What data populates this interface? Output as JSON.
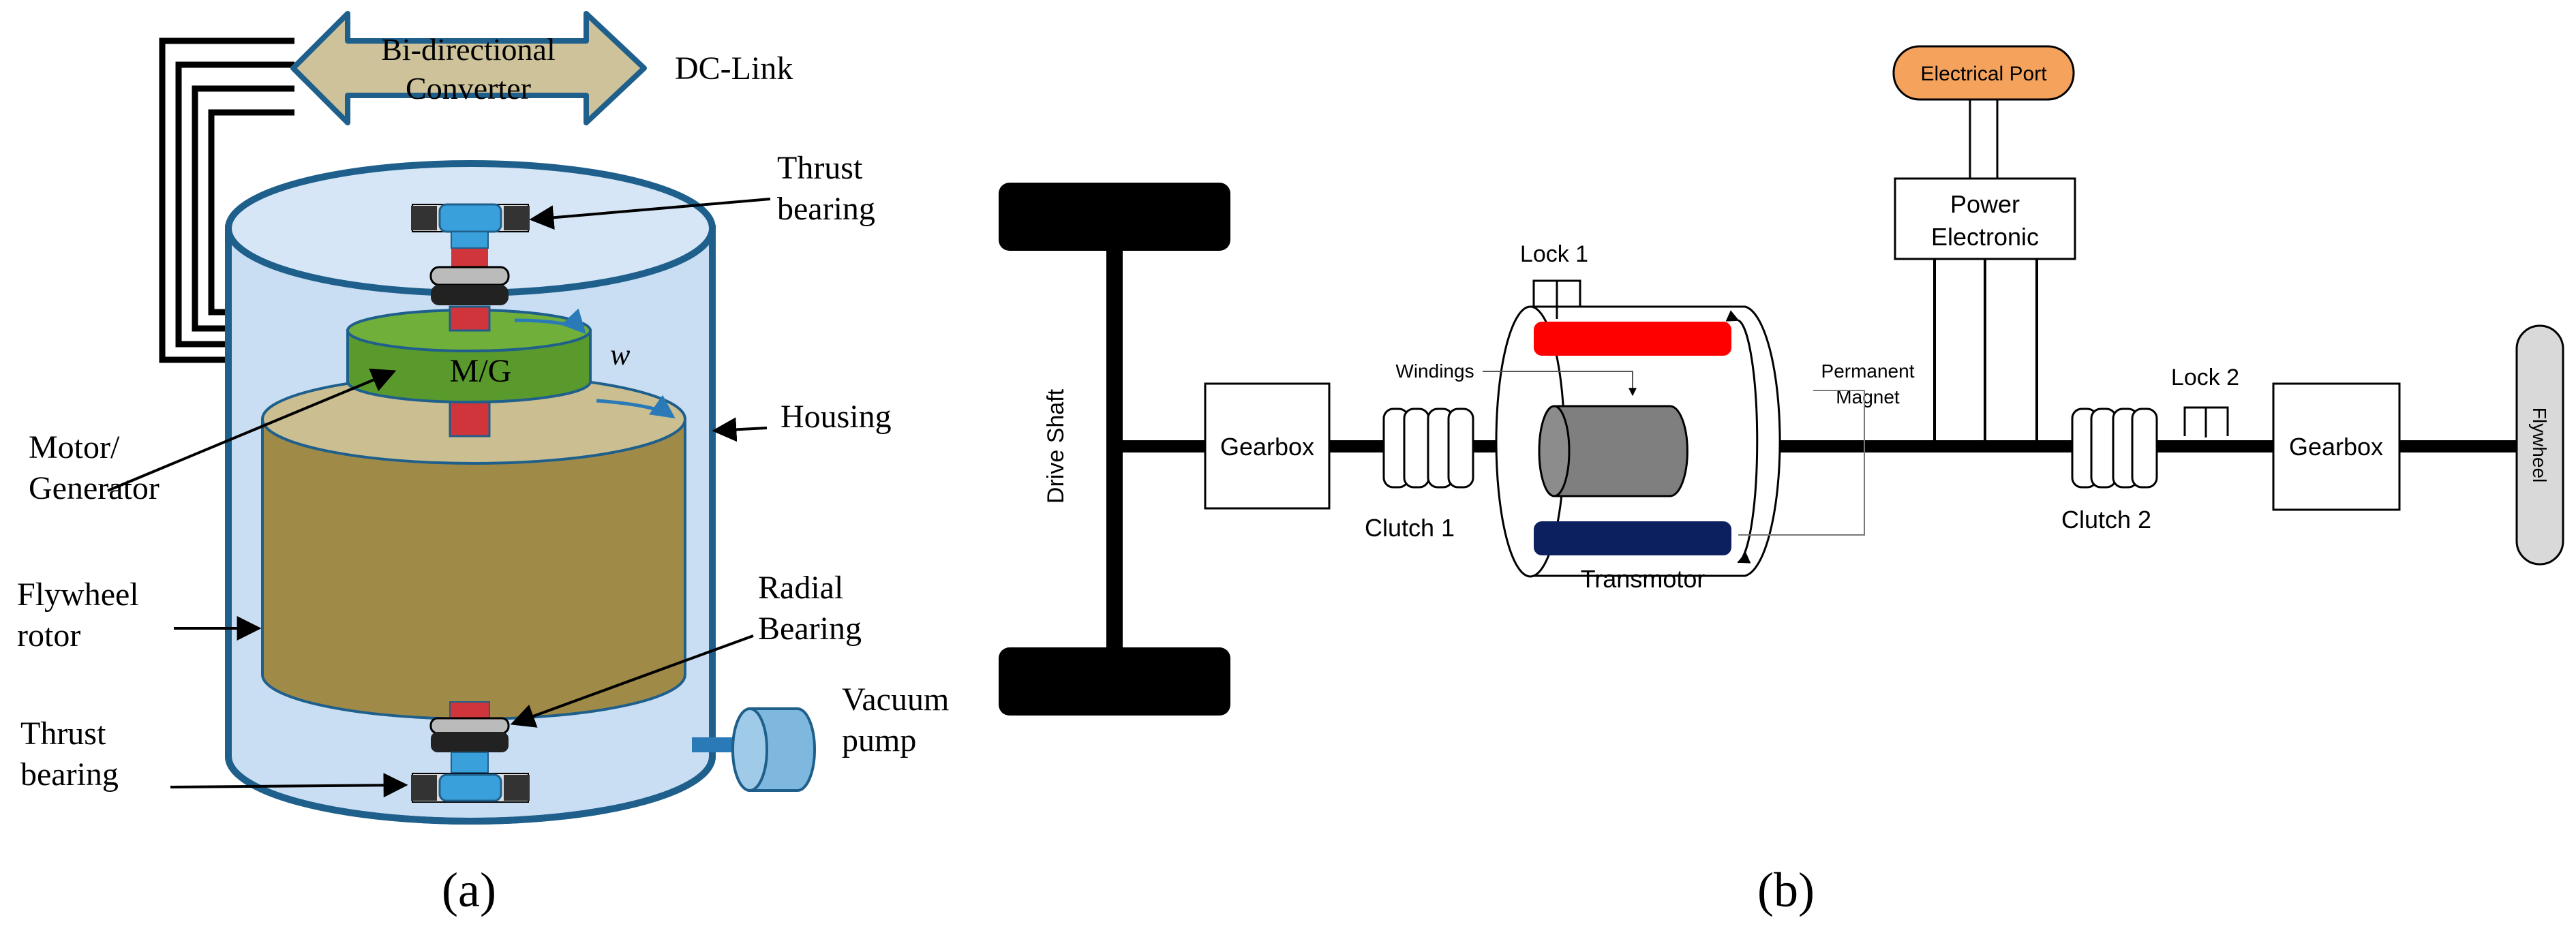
{
  "diagram_a": {
    "converter": "Bi-directional Converter",
    "converter_line1": "Bi-directional",
    "converter_line2": "Converter",
    "dc_link": "DC-Link",
    "thrust_bearing_top_line1": "Thrust",
    "thrust_bearing_top_line2": "bearing",
    "mg": "M/G",
    "omega": "w",
    "housing": "Housing",
    "motor_generator_line1": "Motor/",
    "motor_generator_line2": "Generator",
    "flywheel_rotor_line1": "Flywheel",
    "flywheel_rotor_line2": "rotor",
    "radial_bearing_line1": "Radial",
    "radial_bearing_line2": "Bearing",
    "vacuum_pump_line1": "Vacuum",
    "vacuum_pump_line2": "pump",
    "thrust_bearing_bottom_line1": "Thrust",
    "thrust_bearing_bottom_line2": "bearing",
    "caption": "(a)"
  },
  "diagram_b": {
    "electrical_port": "Electrical Port",
    "power_electronic_line1": "Power",
    "power_electronic_line2": "Electronic",
    "drive_shaft": "Drive Shaft",
    "gearbox_left": "Gearbox",
    "clutch1": "Clutch 1",
    "lock1": "Lock 1",
    "windings": "Windings",
    "permanent_magnet_line1": "Permanent",
    "permanent_magnet_line2": "Magnet",
    "transmotor": "Transmotor",
    "lock2": "Lock 2",
    "clutch2": "Clutch 2",
    "gearbox_right": "Gearbox",
    "flywheel": "Flywheel",
    "caption": "(b)"
  },
  "colors": {
    "housing_fill": "#c9def3",
    "housing_stroke": "#1f5f8b",
    "rotor_fill": "#a08a48",
    "rotor_top": "#cbbf92",
    "mg_fill": "#5a9a2c",
    "converter_fill": "#cdc29a",
    "bearing_blue": "#3aa0dc",
    "shaft_red": "#d0353b",
    "pump_fill": "#7fb8de",
    "port_fill": "#f4a25c",
    "lock1_red": "#ff0000",
    "magnet_navy": "#0c1f5e",
    "core_gray": "#7f7f7f",
    "flywheel_fill": "#d9d9d9"
  }
}
